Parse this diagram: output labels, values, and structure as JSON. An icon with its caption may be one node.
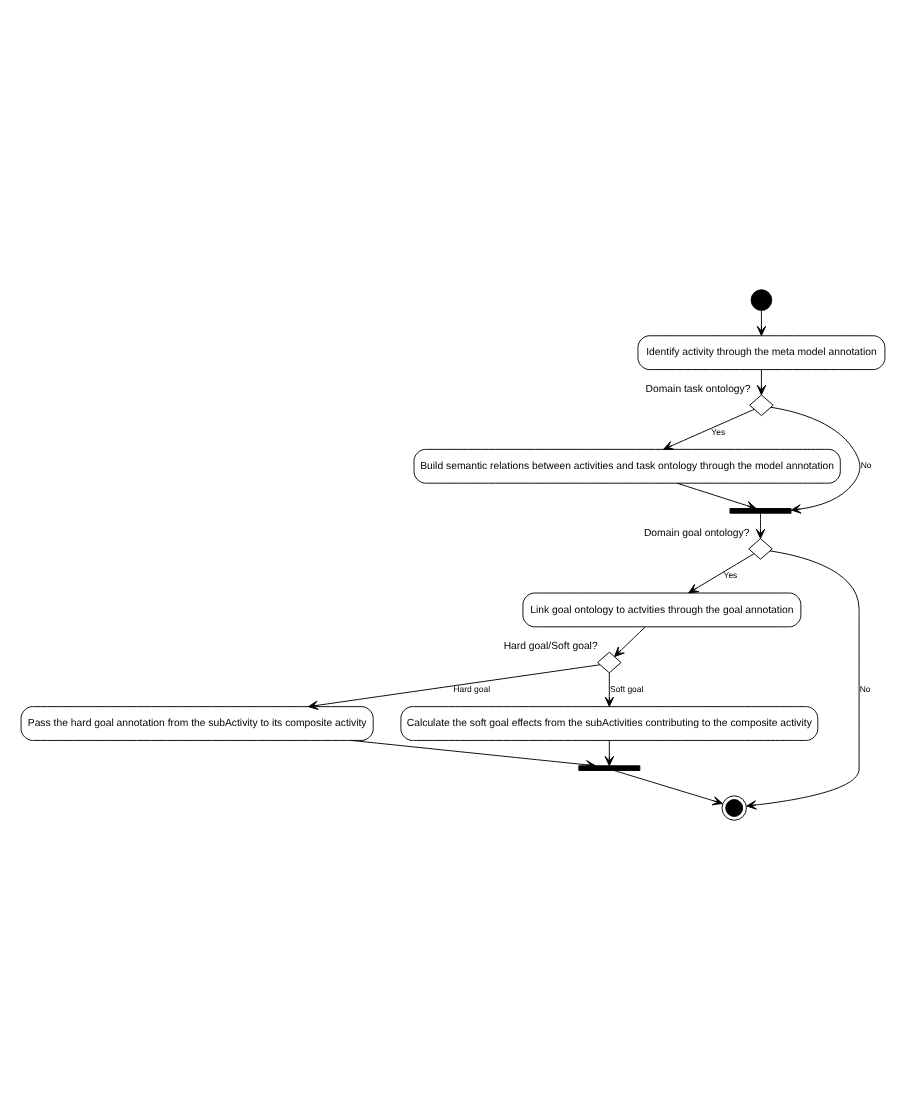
{
  "diagram": {
    "nodes": [
      {
        "text": [],
        "shape": "circle"
      },
      {
        "text": [
          "Identify activity through the meta model annotation"
        ]
      },
      {
        "text": [
          "Domain task ontology?"
        ]
      },
      {
        "text": [
          "Build semantic relations between activities and task ontology through the model annotation"
        ]
      },
      {
        "text": [],
        "shape": "bar"
      },
      {
        "text": [
          "Domain goal ontology?"
        ]
      },
      {
        "text": [
          "Link goal ontology to actvities through the goal annotation"
        ]
      },
      {
        "text": [
          "Hard goal/Soft goal?"
        ]
      },
      {
        "text": [
          "Pass the hard goal annotation from the subActivity to its composite activity"
        ]
      },
      {
        "text": [
          "Calculate the soft goal effects from the subActivities contributing to the composite activity"
        ]
      },
      {
        "text": [],
        "shape": "bar"
      },
      {
        "text": [],
        "shape": "circle"
      }
    ],
    "edges": [
      {
        "from": 0,
        "to": 1,
        "arrow": "to"
      },
      {
        "from": 1,
        "to": 2,
        "arrow": "to"
      },
      {
        "from": 2,
        "to": 3,
        "arrow": "to",
        "label": "Yes"
      },
      {
        "from": 2,
        "to": 4,
        "arrow": "to",
        "label": "No"
      },
      {
        "from": 3,
        "to": 4,
        "arrow": "to"
      },
      {
        "from": 4,
        "to": 5,
        "arrow": "to"
      },
      {
        "from": 5,
        "to": 6,
        "arrow": "to",
        "label": "Yes"
      },
      {
        "from": 5,
        "to": 11,
        "arrow": "to",
        "label": "No"
      },
      {
        "from": 6,
        "to": 7,
        "arrow": "to"
      },
      {
        "from": 7,
        "to": 8,
        "arrow": "to",
        "label": "Hard goal"
      },
      {
        "from": 7,
        "to": 9,
        "arrow": "to",
        "label": "Soft goal"
      },
      {
        "from": 8,
        "to": 10,
        "arrow": "to"
      },
      {
        "from": 9,
        "to": 10,
        "arrow": "to"
      },
      {
        "from": 10,
        "to": 11,
        "arrow": "to"
      }
    ]
  }
}
